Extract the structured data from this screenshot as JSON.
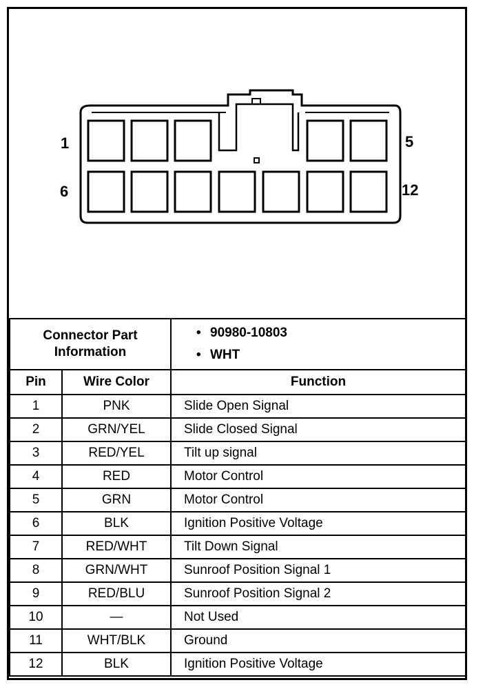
{
  "connector": {
    "pin_labels": {
      "top_left": "1",
      "top_right": "5",
      "bottom_left": "6",
      "bottom_right": "12"
    }
  },
  "part_info": {
    "title_line1": "Connector Part",
    "title_line2": "Information",
    "items": [
      "90980-10803",
      "WHT"
    ],
    "bullet": "•"
  },
  "table": {
    "headers": {
      "pin": "Pin",
      "wire_color": "Wire Color",
      "function": "Function"
    },
    "rows": [
      {
        "pin": "1",
        "color": "PNK",
        "function": "Slide Open Signal"
      },
      {
        "pin": "2",
        "color": "GRN/YEL",
        "function": "Slide Closed Signal"
      },
      {
        "pin": "3",
        "color": "RED/YEL",
        "function": "Tilt up signal"
      },
      {
        "pin": "4",
        "color": "RED",
        "function": "Motor Control"
      },
      {
        "pin": "5",
        "color": "GRN",
        "function": "Motor Control"
      },
      {
        "pin": "6",
        "color": "BLK",
        "function": "Ignition Positive Voltage"
      },
      {
        "pin": "7",
        "color": "RED/WHT",
        "function": "Tilt Down Signal"
      },
      {
        "pin": "8",
        "color": "GRN/WHT",
        "function": "Sunroof Position Signal 1"
      },
      {
        "pin": "9",
        "color": "RED/BLU",
        "function": "Sunroof Position Signal 2"
      },
      {
        "pin": "10",
        "color": "—",
        "function": "Not Used"
      },
      {
        "pin": "11",
        "color": "WHT/BLK",
        "function": "Ground"
      },
      {
        "pin": "12",
        "color": "BLK",
        "function": "Ignition Positive Voltage"
      }
    ]
  }
}
